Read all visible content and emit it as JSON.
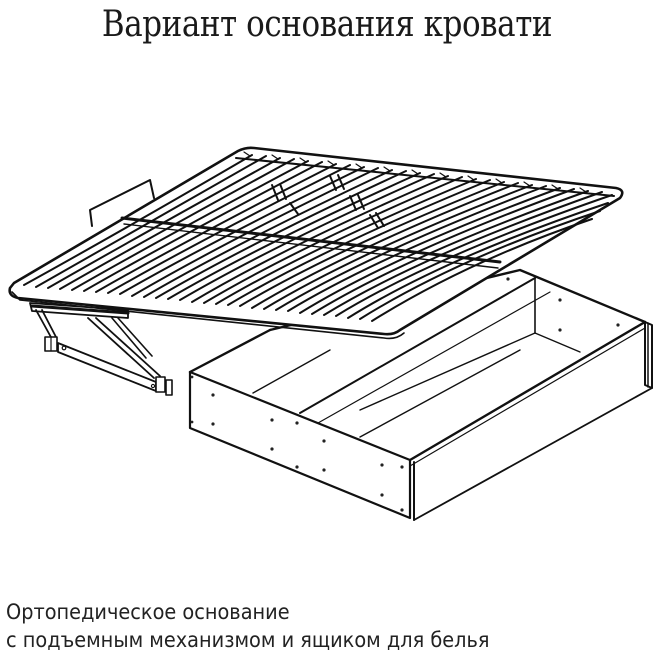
{
  "title": "Вариант основания кровати",
  "illustration": {
    "subject": "bed-base-with-lift-mechanism-and-storage-drawer",
    "line_color": "#111111",
    "background": "#ffffff"
  },
  "caption": {
    "line1": "Ортопедическое основание",
    "line2": "с подъемным механизмом и ящиком для белья"
  }
}
